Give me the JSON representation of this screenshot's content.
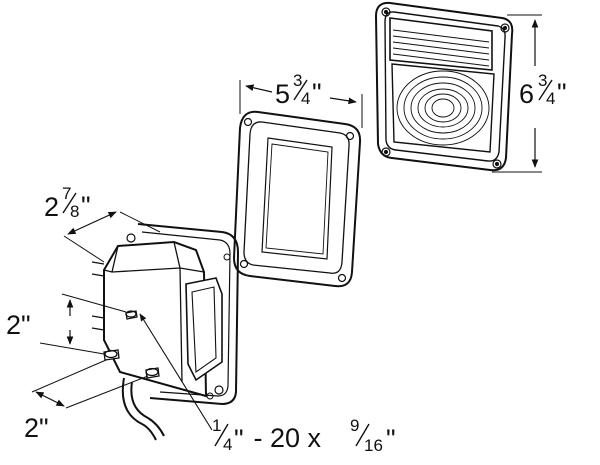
{
  "dimensions": {
    "height": {
      "whole": "6",
      "num": "3",
      "den": "4",
      "mark": "\""
    },
    "width": {
      "whole": "5",
      "num": "3",
      "den": "4",
      "mark": "\""
    },
    "depth": {
      "whole": "2",
      "num": "7",
      "den": "8",
      "mark": "\""
    },
    "stud_vertical": {
      "text": "2\""
    },
    "stud_horizontal": {
      "text": "2\""
    },
    "stud_thread": {
      "a_num": "1",
      "a_den": "4",
      "a_mark": "\"",
      "middle": " - 20 x ",
      "b_num": "9",
      "b_den": "16",
      "b_mark": "\""
    }
  }
}
